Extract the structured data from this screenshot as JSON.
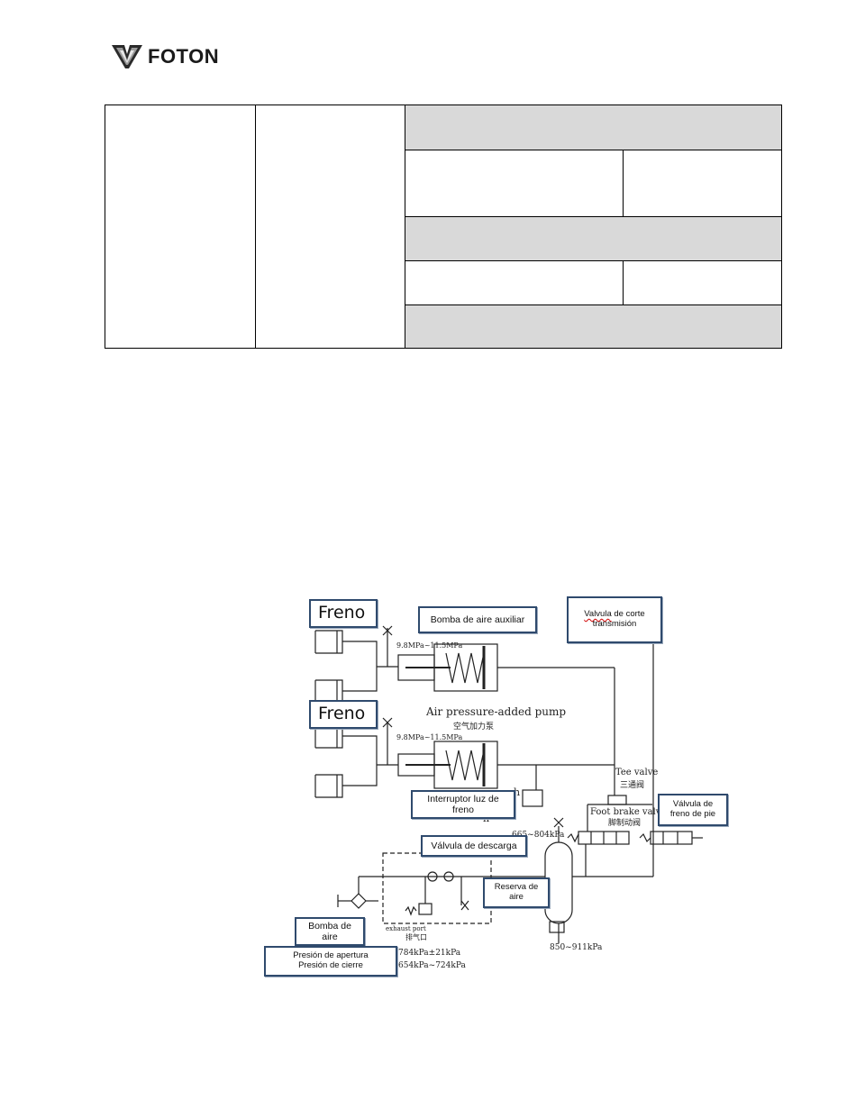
{
  "header": {
    "brand": "FOTON"
  },
  "diagram": {
    "callouts": {
      "freno_top": "Freno",
      "freno_bottom": "Freno",
      "bomba_auxiliar": "Bomba de aire auxiliar",
      "valvula_corte_word": "Valvula",
      "valvula_corte_rest": " de corte transmisión",
      "interruptor": "Interruptor luz de freno",
      "valvula_freno_pie": "Válvula de freno de pie",
      "valvula_descarga": "Válvula de descarga",
      "reserva_aire": "Reserva de aire",
      "bomba_aire": "Bomba de aire",
      "presion_apertura": "Presión de apertura",
      "presion_cierre": "Presión de cierre"
    },
    "labels": {
      "pressure_top": "9.8MPa~11.5MPa",
      "pressure_bottom": "9.8MPa~11.5MPa",
      "air_pump_en": "Air pressure-added pump",
      "air_pump_cn": "空气加力泵",
      "tee_valve_en": "Tee valve",
      "tee_valve_cn": "三通阀",
      "foot_brake_en": "Foot brake valve",
      "foot_brake_cn": "脚制动阀",
      "reservoir_pressure": "665~804kPa",
      "exhaust_en": "exhaust port",
      "exhaust_cn": "排气口",
      "open_pressure": "784kPa±21kPa",
      "close_pressure": "654kPa~724kPa",
      "safety_pressure": "850~911kPa",
      "stray_h_top": "h",
      "stray_h_bottom": "h"
    }
  }
}
